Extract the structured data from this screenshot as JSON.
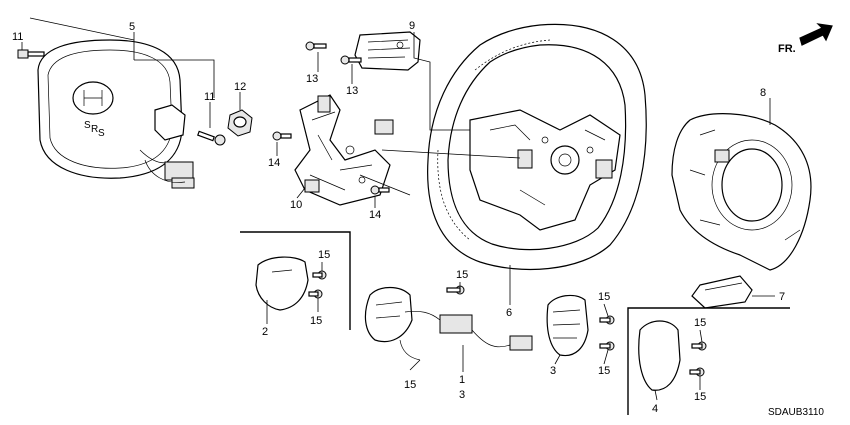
{
  "diagram_code": "SDAUB3110",
  "front_label": "FR.",
  "callouts": [
    {
      "id": "5",
      "text": "5"
    },
    {
      "id": "11a",
      "text": "11"
    },
    {
      "id": "11b",
      "text": "11"
    },
    {
      "id": "12",
      "text": "12"
    },
    {
      "id": "9",
      "text": "9"
    },
    {
      "id": "13a",
      "text": "13"
    },
    {
      "id": "13b",
      "text": "13"
    },
    {
      "id": "14a",
      "text": "14"
    },
    {
      "id": "14b",
      "text": "14"
    },
    {
      "id": "10",
      "text": "10"
    },
    {
      "id": "8",
      "text": "8"
    },
    {
      "id": "15a",
      "text": "15"
    },
    {
      "id": "15b",
      "text": "15"
    },
    {
      "id": "2",
      "text": "2"
    },
    {
      "id": "15c",
      "text": "15"
    },
    {
      "id": "6",
      "text": "6"
    },
    {
      "id": "1",
      "text": "1"
    },
    {
      "id": "15d",
      "text": "15"
    },
    {
      "id": "3a",
      "text": "3"
    },
    {
      "id": "3b",
      "text": "3"
    },
    {
      "id": "15e",
      "text": "15"
    },
    {
      "id": "15f",
      "text": "15"
    },
    {
      "id": "7",
      "text": "7"
    },
    {
      "id": "15g",
      "text": "15"
    },
    {
      "id": "15h",
      "text": "15"
    },
    {
      "id": "4",
      "text": "4"
    }
  ],
  "airbag_marking": [
    "S",
    "R",
    "S"
  ]
}
